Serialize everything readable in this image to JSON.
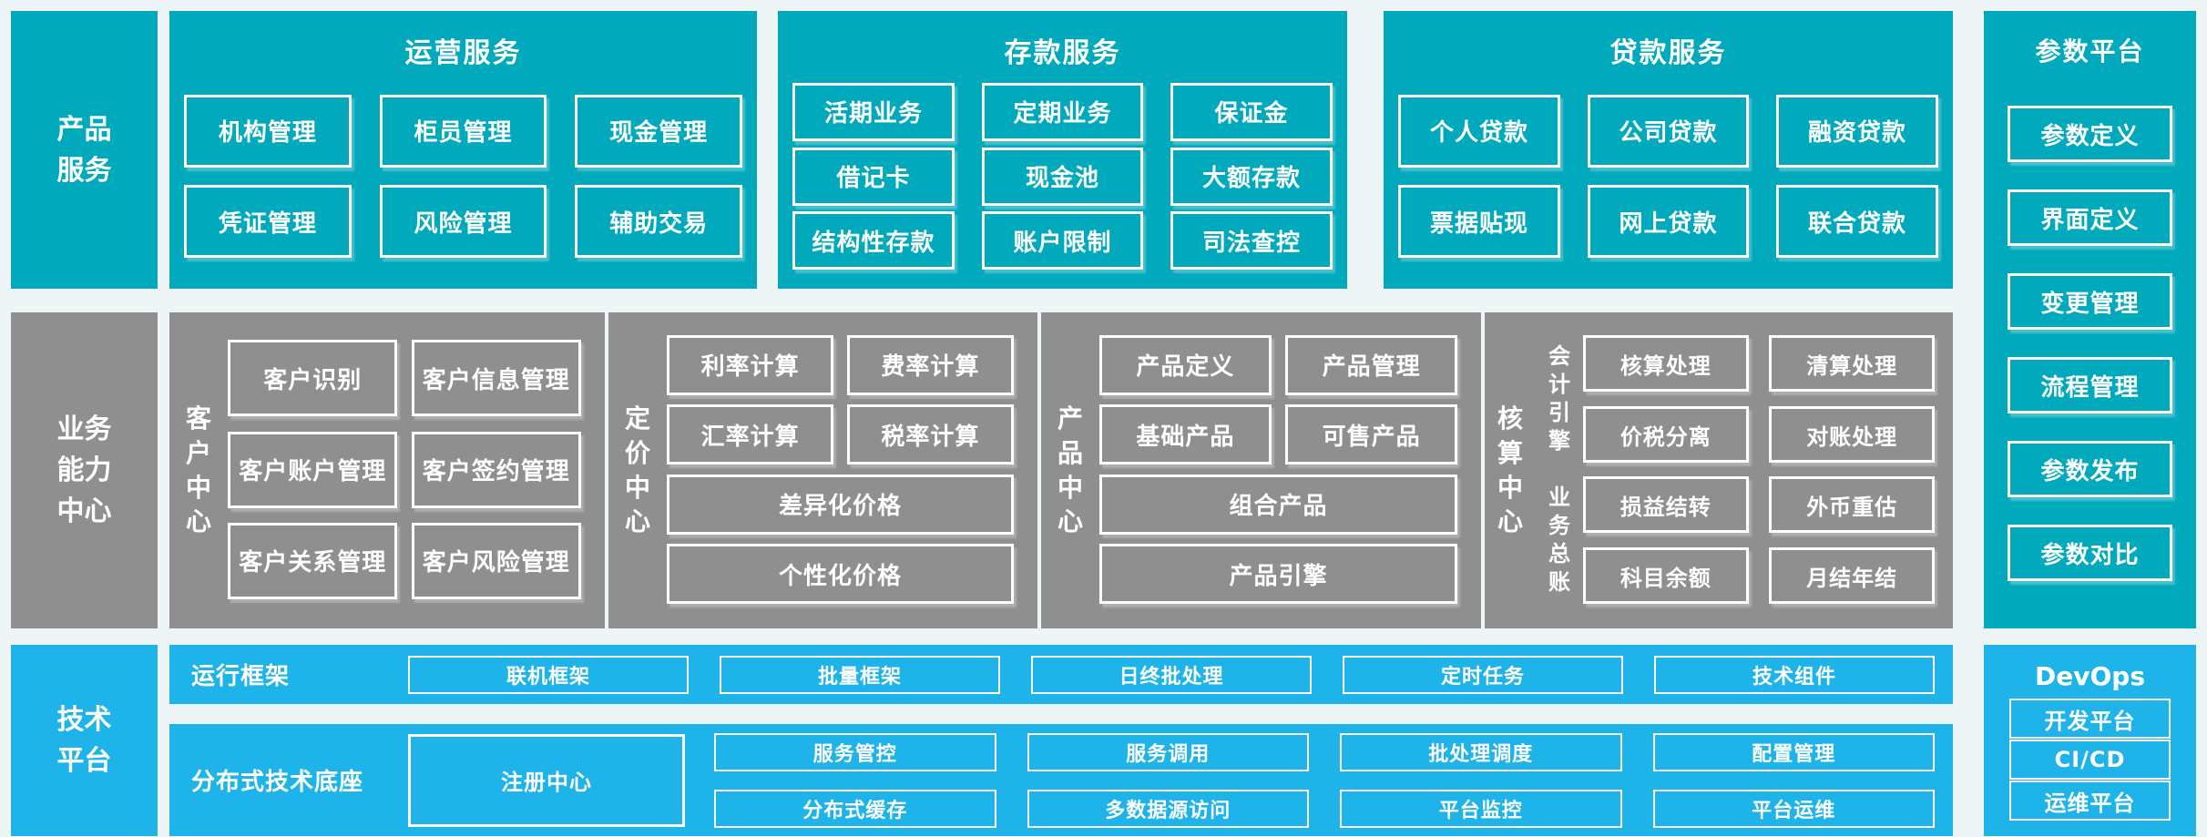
{
  "colors": {
    "teal": "#00a9bc",
    "gray": "#8f8f8f",
    "blue": "#1fb4e9",
    "background": "#eef5f7",
    "text": "#ffffff"
  },
  "product_services": {
    "side_label": "产品服务",
    "sections": [
      {
        "title": "运营服务",
        "rows": [
          [
            "机构管理",
            "柜员管理",
            "现金管理"
          ],
          [
            "凭证管理",
            "风险管理",
            "辅助交易"
          ]
        ]
      },
      {
        "title": "存款服务",
        "rows": [
          [
            "活期业务",
            "定期业务",
            "保证金"
          ],
          [
            "借记卡",
            "现金池",
            "大额存款"
          ],
          [
            "结构性存款",
            "账户限制",
            "司法查控"
          ]
        ]
      },
      {
        "title": "贷款服务",
        "rows": [
          [
            "个人贷款",
            "公司贷款",
            "融资贷款"
          ],
          [
            "票据贴现",
            "网上贷款",
            "联合贷款"
          ]
        ]
      }
    ]
  },
  "parameter_platform": {
    "title": "参数平台",
    "items": [
      "参数定义",
      "界面定义",
      "变更管理",
      "流程管理",
      "参数发布",
      "参数对比"
    ]
  },
  "business_capability": {
    "side_label": "业务能力中心",
    "customer_center": {
      "label": "客户中心",
      "rows": [
        [
          "客户识别",
          "客户信息管理"
        ],
        [
          "客户账户管理",
          "客户签约管理"
        ],
        [
          "客户关系管理",
          "客户风险管理"
        ]
      ]
    },
    "pricing_center": {
      "label": "定价中心",
      "rows": [
        [
          "利率计算",
          "费率计算"
        ],
        [
          "汇率计算",
          "税率计算"
        ]
      ],
      "wide_boxes": [
        "差异化价格",
        "个性化价格"
      ]
    },
    "product_center": {
      "label": "产品中心",
      "rows": [
        [
          "产品定义",
          "产品管理"
        ],
        [
          "基础产品",
          "可售产品"
        ]
      ],
      "wide_boxes": [
        "组合产品",
        "产品引擎"
      ]
    },
    "accounting_center": {
      "label": "核算中心",
      "groups": [
        {
          "sub_label": "会计引擎",
          "rows": [
            [
              "核算处理",
              "清算处理"
            ],
            [
              "价税分离",
              "对账处理"
            ]
          ]
        },
        {
          "sub_label": "业务总账",
          "rows": [
            [
              "损益结转",
              "外币重估"
            ],
            [
              "科目余额",
              "月结年结"
            ]
          ]
        }
      ]
    }
  },
  "technology_platform": {
    "side_label": "技术平台",
    "runtime_framework": {
      "label": "运行框架",
      "items": [
        "联机框架",
        "批量框架",
        "日终批处理",
        "定时任务",
        "技术组件"
      ]
    },
    "distributed_base": {
      "label": "分布式技术底座",
      "registry": "注册中心",
      "rows": [
        [
          "服务管控",
          "服务调用",
          "批处理调度",
          "配置管理"
        ],
        [
          "分布式缓存",
          "多数据源访问",
          "平台监控",
          "平台运维"
        ]
      ]
    },
    "devops": {
      "title": "DevOps",
      "items": [
        "开发平台",
        "CI/CD",
        "运维平台"
      ]
    }
  }
}
